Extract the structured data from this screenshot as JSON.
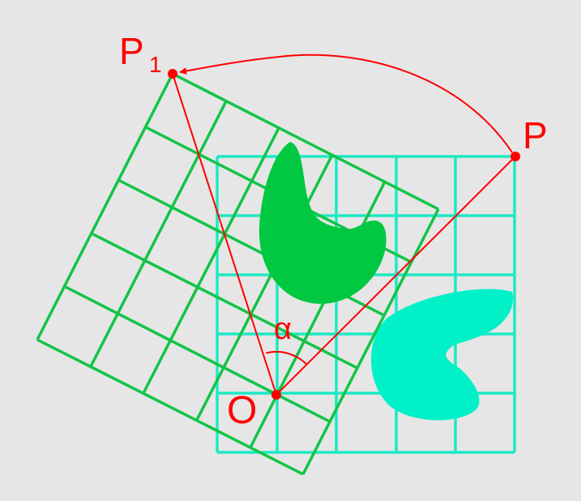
{
  "labels": {
    "point_p": "P",
    "point_p1": "P",
    "point_p1_subscript": "1",
    "origin": "O",
    "angle": "α"
  },
  "colors": {
    "background": "#e6e6e6",
    "original_grid": "#1de9c4",
    "rotated_grid": "#12c447",
    "original_shape": "#00f0c8",
    "rotated_shape": "#00c840",
    "construction": "#ff0000"
  }
}
